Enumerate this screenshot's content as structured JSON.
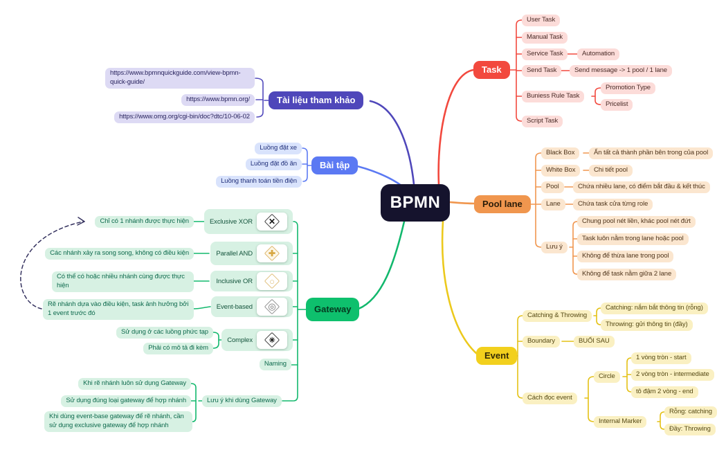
{
  "root": "BPMN",
  "references": {
    "label": "Tài liệu tham khảo",
    "links": [
      "https://www.bpmnquickguide.com/view-bpmn-quick-guide/",
      "https://www.bpmn.org/",
      "https://www.omg.org/cgi-bin/doc?dtc/10-06-02"
    ]
  },
  "exercises": {
    "label": "Bài tập",
    "items": [
      "Luồng đặt xe",
      "Luồng đặt đồ ăn",
      "Luồng thanh toán tiền điện"
    ]
  },
  "task": {
    "label": "Task",
    "user": "User Task",
    "manual": "Manual Task",
    "service": "Service Task",
    "service_note": "Automation",
    "send": "Send Task",
    "send_note": "Send message -> 1 pool / 1 lane",
    "business": "Buniess Rule Task",
    "business_notes": [
      "Promotion Type",
      "Pricelist"
    ],
    "script": "Script Task"
  },
  "pool": {
    "label": "Pool lane",
    "black_box": "Black Box",
    "black_box_note": "Ẩn tất cả thành phần bên trong của pool",
    "white_box": "White Box",
    "white_box_note": "Chi tiết pool",
    "pool": "Pool",
    "pool_note": "Chứa nhiều lane, có điểm bắt đầu & kết thúc",
    "lane": "Lane",
    "lane_note": "Chứa task cửa từng role",
    "notes_label": "Lưu ý",
    "notes": [
      "Chung pool nét liền, khác pool nét đứt",
      "Task luôn nằm trong lane hoặc pool",
      "Không để thừa lane trong pool",
      "Không để task nằm giữa 2 lane"
    ]
  },
  "event": {
    "label": "Event",
    "catching_throwing": "Catching & Throwing",
    "catching_note": "Catching: nắm bắt thông tin (rỗng)",
    "throwing_note": "Throwing: gửi thông tin (đầy)",
    "boundary": "Boundary",
    "boundary_note": "BUỔI SAU",
    "reading": "Cách đọc event",
    "circle": "Circle",
    "circle_notes": [
      "1 vòng tròn - start",
      "2 vòng tròn - intermediate",
      "tô đậm 2 vòng - end"
    ],
    "marker": "Internal Marker",
    "marker_notes": [
      "Rỗng: catching",
      "Đầy: Throwing"
    ]
  },
  "gateway": {
    "label": "Gateway",
    "xor": "Exclusive XOR",
    "xor_note": "Chỉ có 1 nhánh được thực hiện",
    "and": "Parallel AND",
    "and_note": "Các nhánh xảy ra song song, không có điều kiện",
    "or": "Inclusive OR",
    "or_note": "Có thể có hoặc nhiều nhánh cùng được thực hiện",
    "event_based": "Event-based",
    "event_based_note": "Rẽ nhánh dựa vào điều kiện, task ảnh hưởng bởi 1 event trước đó",
    "complex": "Complex",
    "complex_notes": [
      "Sử dụng ở các luồng phức tạp",
      "Phải có mô tả đi kèm"
    ],
    "naming": "Naming",
    "tips_label": "Lưu ý khi dùng Gateway",
    "tips": [
      "Khi rẽ nhánh luôn sử dụng Gateway",
      "Sử dụng đúng loại gateway để hợp nhánh",
      "Khi dùng event-base gateway để rẽ nhánh, cần sử dụng exclusive gateway để hợp nhánh"
    ]
  },
  "icons": {
    "xor_glyph": "✕",
    "and_glyph": "✚",
    "or_glyph": "○",
    "event_glyph": "◎",
    "complex_glyph": "✳"
  },
  "colors": {
    "center_bg": "#15132d",
    "task": "#f2493e",
    "pool_lane": "#f0964e",
    "event": "#f2d01d",
    "gateway": "#0ec06d",
    "exercises": "#5b79f3",
    "references": "#4f47ba",
    "task_leaf_bg": "#fcdcd9",
    "pool_leaf_bg": "#fbe6cf",
    "event_leaf_bg": "#faf0c2",
    "gateway_leaf_bg": "#d7f1e3",
    "exercises_leaf_bg": "#d9e3fc",
    "references_leaf_bg": "#dddaf4"
  }
}
